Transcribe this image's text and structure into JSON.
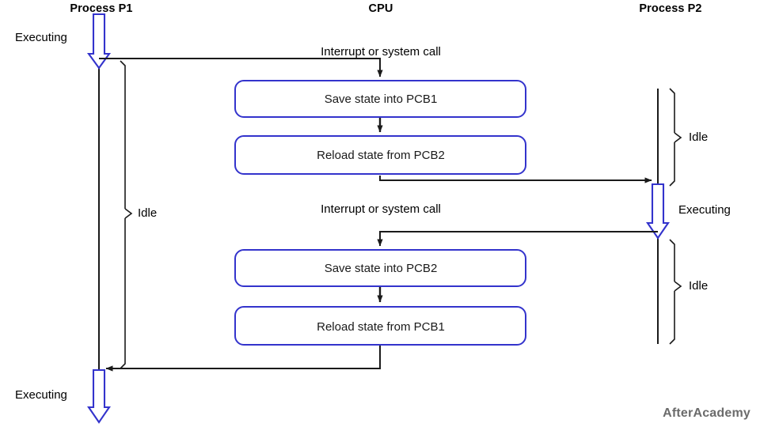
{
  "diagram": {
    "title_columns": {
      "p1": "Process P1",
      "cpu": "CPU",
      "p2": "Process P2"
    },
    "watermark": "AfterAcademy",
    "colors": {
      "process_arrow_stroke": "#3333cc",
      "box_stroke": "#3333cc",
      "flow_line": "#1a1a1a",
      "text": "#000000",
      "watermark": "#6b6b6b",
      "background": "#ffffff"
    },
    "process_states": {
      "p1_executing_top": "Executing",
      "p1_idle": "Idle",
      "p1_executing_bottom": "Executing",
      "p2_idle_top": "Idle",
      "p2_executing": "Executing",
      "p2_idle_bottom": "Idle"
    },
    "transitions": [
      {
        "id": "t1",
        "label": "Interrupt or system call",
        "from": "Process P1",
        "to": "CPU"
      },
      {
        "id": "t2",
        "label": "Interrupt or system call",
        "from": "Process P2",
        "to": "CPU"
      }
    ],
    "cpu_steps": [
      {
        "id": "step1",
        "label": "Save state into PCB1"
      },
      {
        "id": "step2",
        "label": "Reload state from PCB2"
      },
      {
        "id": "step3",
        "label": "Save state into PCB2"
      },
      {
        "id": "step4",
        "label": "Reload state from PCB1"
      }
    ]
  }
}
